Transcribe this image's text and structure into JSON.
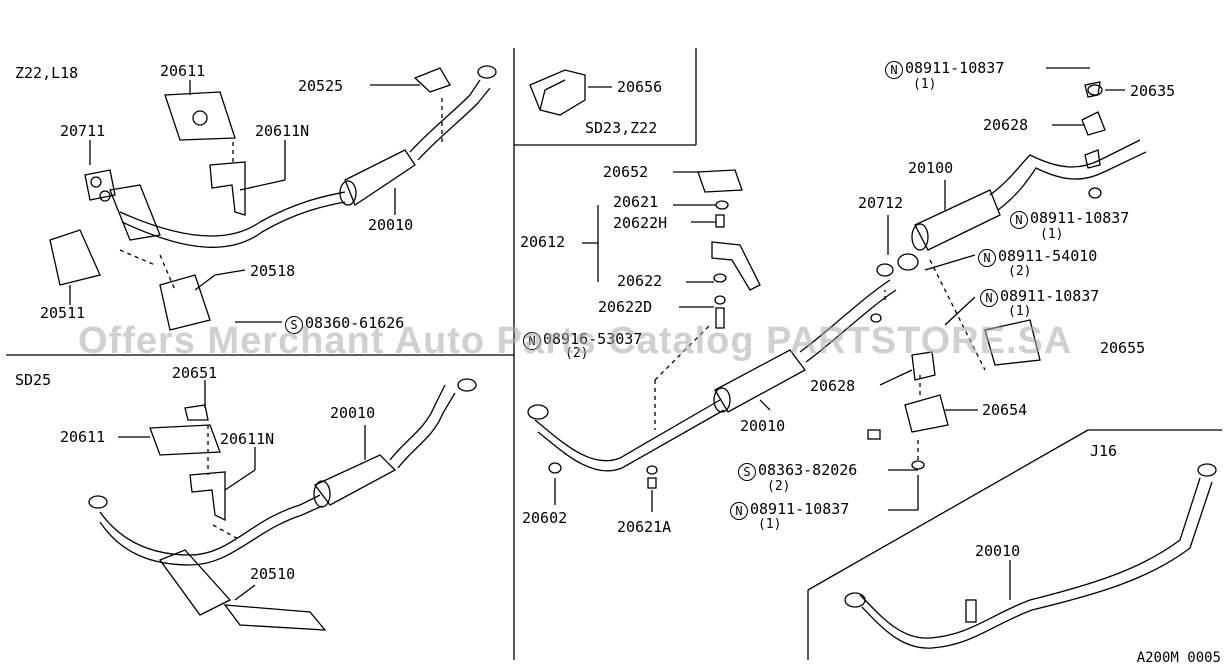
{
  "sections": {
    "left_top": "Z22,L18",
    "left_bottom": "SD25",
    "mid_top": "SD23,Z22",
    "right_bottom": "J16"
  },
  "labels": {
    "p20611_a": "20611",
    "p20525": "20525",
    "p20711": "20711",
    "p20611N_a": "20611N",
    "p20010_a": "20010",
    "p20518": "20518",
    "p20511": "20511",
    "s08360": "08360-61626",
    "p20651": "20651",
    "p20010_b": "20010",
    "p20611_b": "20611",
    "p20611N_b": "20611N",
    "p20510": "20510",
    "p20656": "20656",
    "p20652": "20652",
    "p20621": "20621",
    "p20622H": "20622H",
    "p20612": "20612",
    "p20622": "20622",
    "p20622D": "20622D",
    "n08916": "08916-53037",
    "n08916_qty": "(2)",
    "p20602": "20602",
    "p20621A": "20621A",
    "p20010_c": "20010",
    "n08911_top": "08911-10837",
    "n08911_top_qty": "(1)",
    "p20635": "20635",
    "p20628_a": "20628",
    "p20100": "20100",
    "p20712": "20712",
    "n08911_b": "08911-10837",
    "n08911_b_qty": "(1)",
    "n08911_54": "08911-54010",
    "n08911_54_qty": "(2)",
    "n08911_c": "08911-10837",
    "n08911_c_qty": "(1)",
    "p20655": "20655",
    "p20628_b": "20628",
    "p20654": "20654",
    "s08363": "08363-82026",
    "s08363_qty": "(2)",
    "n08911_d": "08911-10837",
    "n08911_d_qty": "(1)",
    "p20010_d": "20010"
  },
  "symbols": {
    "nut": "N",
    "screw": "S"
  },
  "watermark": "Offers Merchant Auto Parts Catalog PARTSTORE.SA",
  "diagram_code": "A200M 0005"
}
